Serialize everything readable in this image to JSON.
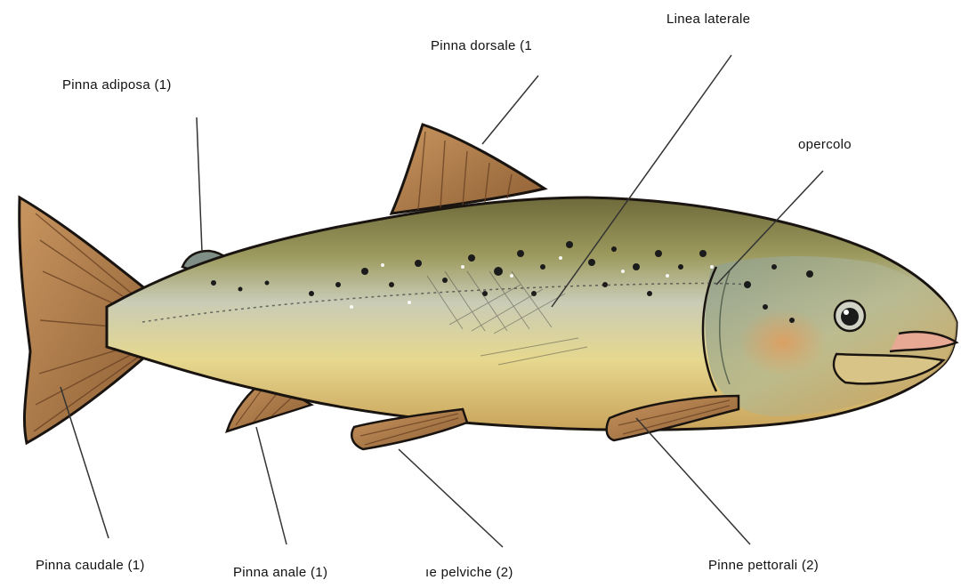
{
  "labels": {
    "linea_laterale": "Linea laterale",
    "pinna_dorsale": "Pinna dorsale (1",
    "pinna_adiposa": "Pinna adiposa (1)",
    "opercolo": "opercolo",
    "pinna_caudale": "Pinna caudale  (1)",
    "pinna_anale": "Pinna anale (1)",
    "pinne_pelviche": "ıe pelviche (2)",
    "pinne_pettorali": "Pinne pettorali (2)"
  },
  "colors": {
    "outline": "#1a1410",
    "fin": "#b9854f",
    "fin_dark": "#7a4f2a",
    "back": "#8a7a3c",
    "belly": "#e8dc9c",
    "spots": "#1b1b1b",
    "leader_line": "#333333"
  }
}
